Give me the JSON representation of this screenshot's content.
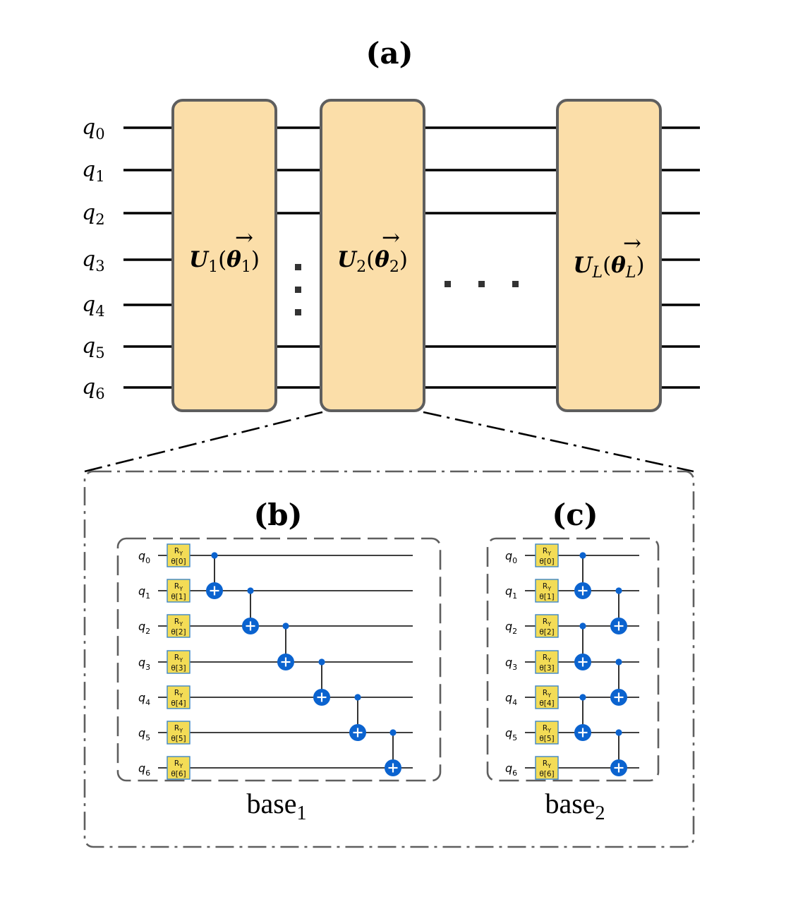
{
  "panel_a": {
    "title": "(a)",
    "qubits": [
      "0",
      "1",
      "2",
      "3",
      "4",
      "5",
      "6"
    ],
    "qubit_prefix": "q",
    "blocks": [
      {
        "u_sub": "1",
        "theta_sub": "1"
      },
      {
        "u_sub": "2",
        "theta_sub": "2"
      },
      {
        "u_sub": "L",
        "theta_sub": "L"
      }
    ],
    "u_letter": "U",
    "theta_letter": "θ",
    "vector_arrow": "→"
  },
  "panel_b": {
    "title": "(b)",
    "caption_main": "base",
    "caption_sub": "1",
    "gate_name": "R",
    "gate_sub": "Y",
    "params": [
      "θ[0]",
      "θ[1]",
      "θ[2]",
      "θ[3]",
      "θ[4]",
      "θ[5]",
      "θ[6]"
    ],
    "cnots": [
      [
        0,
        1
      ],
      [
        1,
        2
      ],
      [
        2,
        3
      ],
      [
        3,
        4
      ],
      [
        4,
        5
      ],
      [
        5,
        6
      ]
    ]
  },
  "panel_c": {
    "title": "(c)",
    "caption_main": "base",
    "caption_sub": "2",
    "gate_name": "R",
    "gate_sub": "Y",
    "params": [
      "θ[0]",
      "θ[1]",
      "θ[2]",
      "θ[3]",
      "θ[4]",
      "θ[5]",
      "θ[6]"
    ],
    "cnot_columns": [
      [
        [
          0,
          1
        ],
        [
          2,
          3
        ],
        [
          4,
          5
        ]
      ],
      [
        [
          1,
          2
        ],
        [
          3,
          4
        ],
        [
          5,
          6
        ]
      ]
    ]
  },
  "colors": {
    "block_fill": "#fbdea9",
    "block_stroke": "#5e5e5e",
    "gate_fill": "#f3dc56",
    "gate_stroke": "#3d86c6",
    "cnot": "#0b63cf"
  }
}
